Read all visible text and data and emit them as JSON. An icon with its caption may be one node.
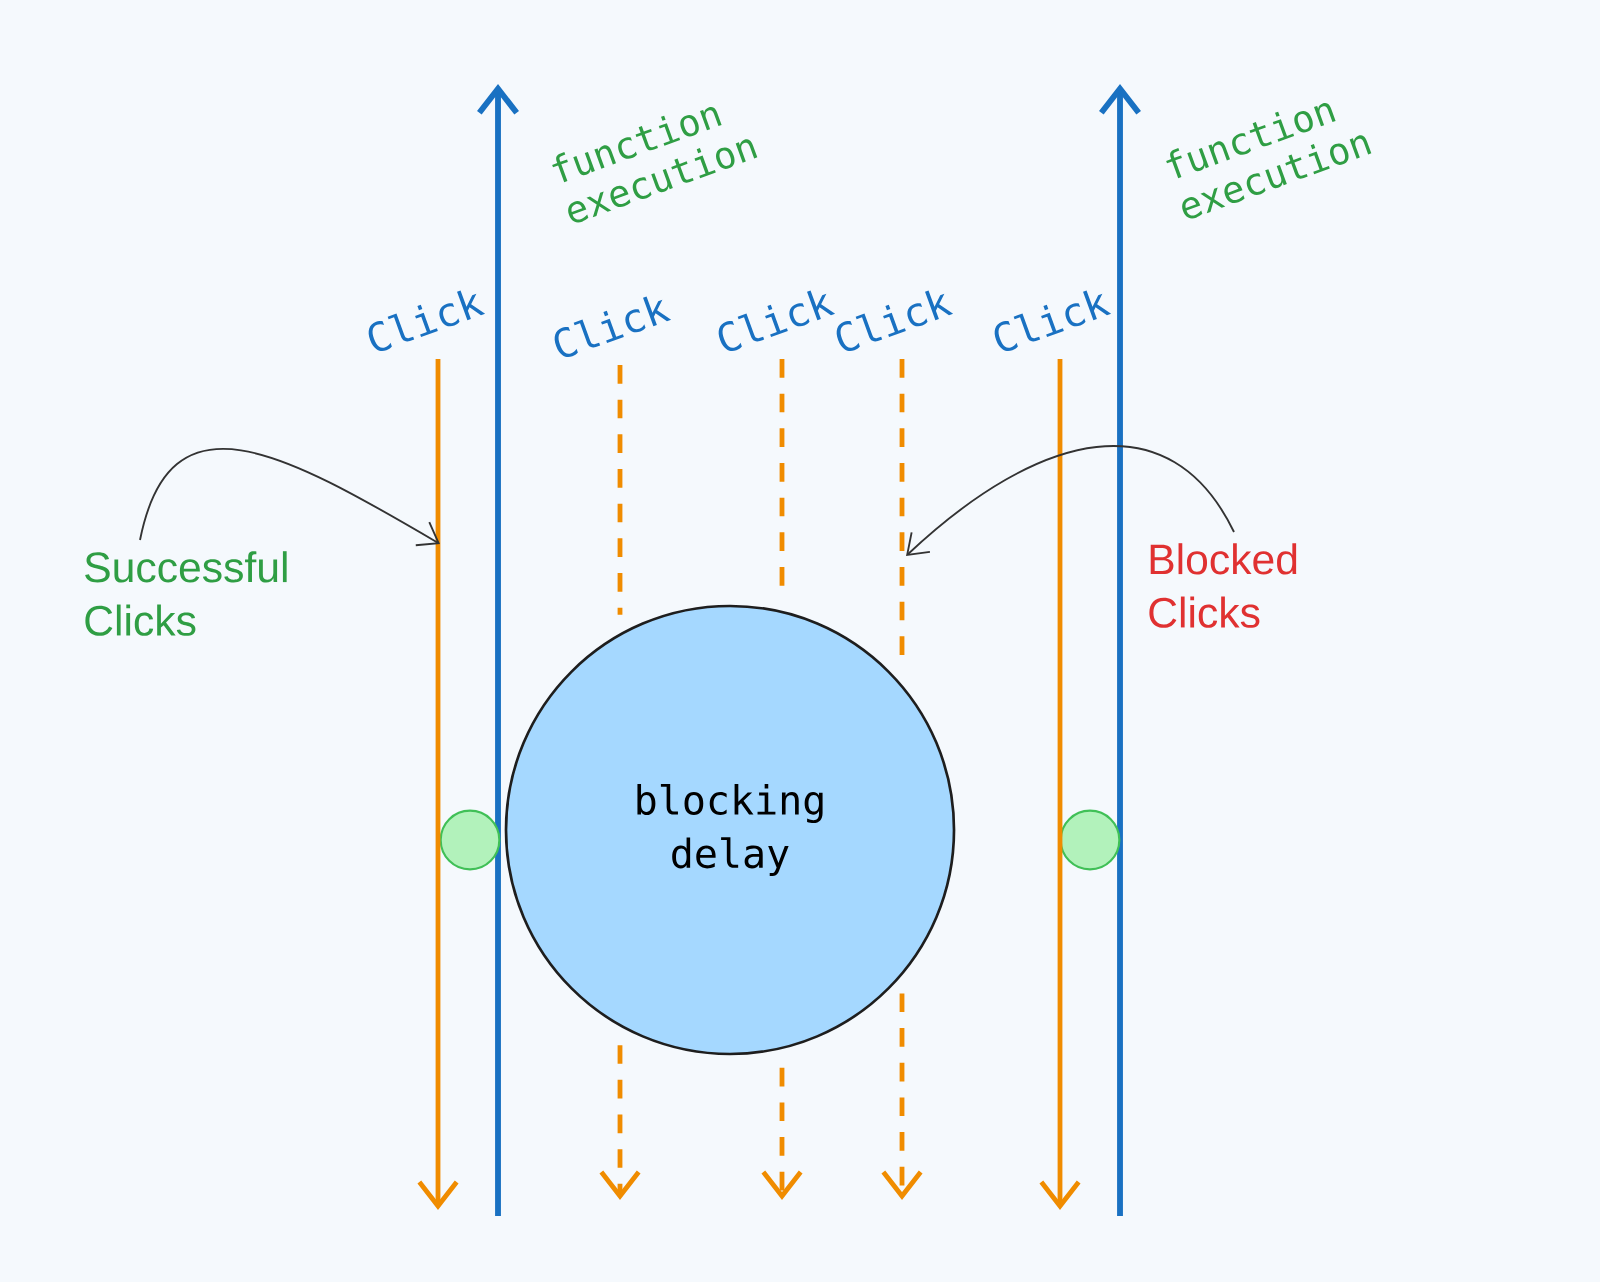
{
  "diagram": {
    "nodes": [
      {
        "text": [
          "blocking delay"
        ]
      },
      {
        "text": [
          "Click"
        ]
      },
      {
        "text": [
          "Click"
        ]
      },
      {
        "text": [
          "Click"
        ]
      },
      {
        "text": [
          "Click"
        ]
      },
      {
        "text": [
          "Click"
        ]
      },
      {
        "text": [],
        "shape": "circle"
      },
      {
        "text": [],
        "shape": "circle"
      },
      {
        "text": [
          "Successful Clicks"
        ]
      },
      {
        "text": [
          "Blocked Clicks"
        ]
      }
    ],
    "edges": [
      {
        "from": 1,
        "to": null,
        "arrow": "to"
      },
      {
        "from": 2,
        "to": null,
        "arrow": "to",
        "style": "dashed"
      },
      {
        "from": 3,
        "to": null,
        "arrow": "to",
        "style": "dashed"
      },
      {
        "from": 4,
        "to": null,
        "arrow": "to",
        "style": "dashed"
      },
      {
        "from": 5,
        "to": null,
        "arrow": "to"
      },
      {
        "from": 8,
        "to": null,
        "arrow": "to",
        "color": "#333333"
      },
      {
        "from": 9,
        "to": null,
        "arrow": "to",
        "color": "#333333"
      }
    ],
    "labels": [
      "function execution",
      "function execution"
    ]
  }
}
